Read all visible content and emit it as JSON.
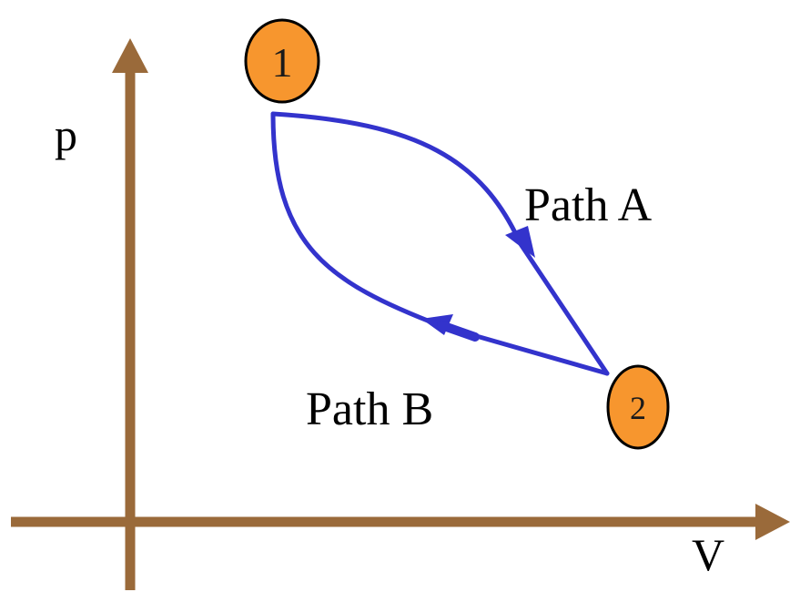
{
  "axes": {
    "y_label": "p",
    "x_label": "V"
  },
  "states": [
    {
      "id": "state-1",
      "label": "1"
    },
    {
      "id": "state-2",
      "label": "2"
    }
  ],
  "paths": {
    "a": {
      "label": "Path A",
      "from": "1",
      "to": "2"
    },
    "b": {
      "label": "Path B",
      "from": "2",
      "to": "1"
    }
  },
  "colors": {
    "axis": "#9a6a3a",
    "path": "#3333cc",
    "state_fill": "#f7962e",
    "state_stroke": "#000000"
  }
}
